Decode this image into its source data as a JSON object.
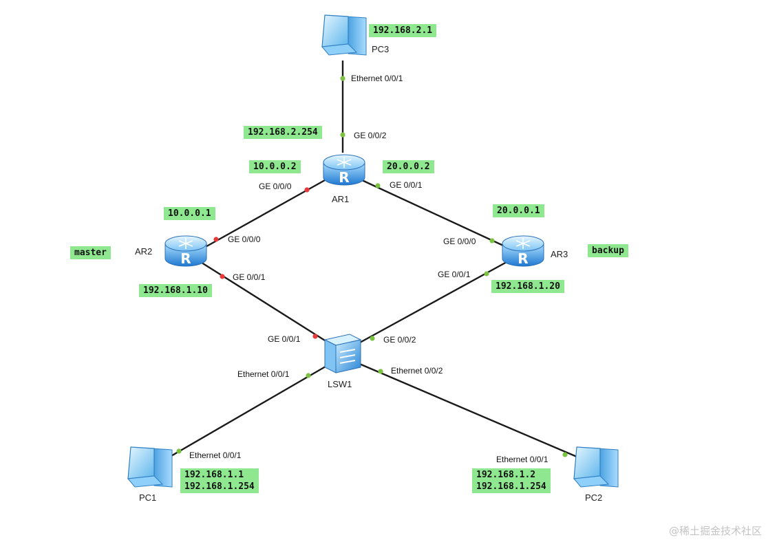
{
  "devices": {
    "pc3": {
      "name": "PC3",
      "icon": "pc-icon"
    },
    "ar1": {
      "name": "AR1",
      "icon": "router-icon"
    },
    "ar2": {
      "name": "AR2",
      "icon": "router-icon"
    },
    "ar3": {
      "name": "AR3",
      "icon": "router-icon"
    },
    "lsw1": {
      "name": "LSW1",
      "icon": "switch-icon"
    },
    "pc1": {
      "name": "PC1",
      "icon": "pc-icon"
    },
    "pc2": {
      "name": "PC2",
      "icon": "pc-icon"
    }
  },
  "ports": {
    "pc3_eth": "Ethernet 0/0/1",
    "ar1_ge002": "GE 0/0/2",
    "ar1_ge000": "GE 0/0/0",
    "ar1_ge001": "GE 0/0/1",
    "ar2_ge000": "GE 0/0/0",
    "ar2_ge001": "GE 0/0/1",
    "ar3_ge000": "GE 0/0/0",
    "ar3_ge001": "GE 0/0/1",
    "lsw1_ge001": "GE 0/0/1",
    "lsw1_ge002": "GE 0/0/2",
    "lsw1_eth001": "Ethernet 0/0/1",
    "lsw1_eth002": "Ethernet 0/0/2",
    "pc1_eth": "Ethernet 0/0/1",
    "pc2_eth": "Ethernet 0/0/1"
  },
  "tags": {
    "pc3_ip": "192.168.2.1",
    "ar1_gw": "192.168.2.254",
    "ar1_ge000_ip": "10.0.0.2",
    "ar1_ge001_ip": "20.0.0.2",
    "ar2_ge000_ip": "10.0.0.1",
    "ar2_ge001_ip": "192.168.1.10",
    "ar2_role": "master",
    "ar3_ge000_ip": "20.0.0.1",
    "ar3_ge001_ip": "192.168.1.20",
    "ar3_role": "backup",
    "pc1_ip": "192.168.1.1",
    "pc1_gw": "192.168.1.254",
    "pc2_ip": "192.168.1.2",
    "pc2_gw": "192.168.1.254"
  },
  "colors": {
    "link": "#1a1a1a",
    "port_up": "#7cc242",
    "port_down": "#e83a3a",
    "tag_bg": "#8fe88f"
  },
  "watermark": "@稀土掘金技术社区"
}
